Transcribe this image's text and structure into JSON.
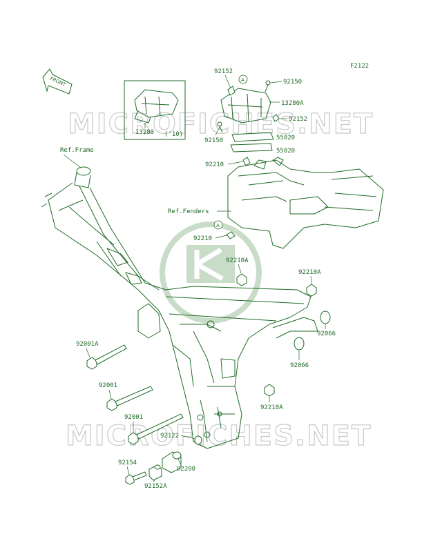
{
  "diagram_code": "F2122",
  "front_label": "FRONT",
  "watermark_text": "MICROFICHES.NET",
  "logo_text": "Kawasaki",
  "colors": {
    "line": "#1e6a24",
    "watermark": "#c8c8c8",
    "logo": "#c9dcc8"
  },
  "callout_marker": "A",
  "inset_label": "('10)",
  "part_labels": {
    "p92152_top": "92152",
    "p92150_top": "92150",
    "p13280A": "13280A",
    "p92152_mid": "92152",
    "p92150_left": "92150",
    "p13280": "13280",
    "p55020_a": "55020",
    "p55020_b": "55020",
    "p92210_a": "92210",
    "ref_frame": "Ref.Frame",
    "ref_fenders": "Ref.Fenders",
    "p92210_b": "92210",
    "p92210A_a": "92210A",
    "p92210A_b": "92210A",
    "p92066_a": "92066",
    "p92066_b": "92066",
    "p92001A": "92001A",
    "p92001_a": "92001",
    "p92001_b": "92001",
    "p92122": "92122",
    "p92210A_c": "92210A",
    "p92200": "92200",
    "p92154": "92154",
    "p92152A": "92152A"
  }
}
